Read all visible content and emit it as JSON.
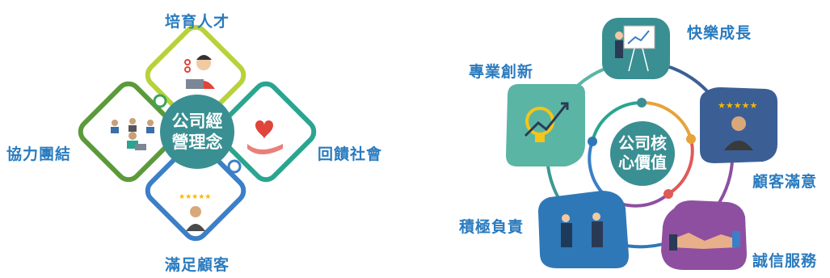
{
  "left": {
    "center_line1": "公司經",
    "center_line2": "營理念",
    "labels": {
      "top": "培育人才",
      "left": "協力團結",
      "right": "回饋社會",
      "bottom": "滿足顧客"
    }
  },
  "right": {
    "center_line1": "公司核",
    "center_line2": "心價值",
    "labels": {
      "growth": "快樂成長",
      "innovation": "專業創新",
      "satisfaction": "顧客滿意",
      "responsibility": "積極負責",
      "integrity": "誠信服務"
    }
  },
  "colors": {
    "label_blue": "#2a7bbf",
    "center_teal": "#3a8f92",
    "lime": "#b7d23a",
    "green": "#3aa55a",
    "darkgreen": "#5b9a3a",
    "teal": "#2aa58f",
    "blue": "#3b7fc8",
    "petal_teal": "#5bb5a5",
    "petal_navy": "#3b5f95",
    "petal_blue": "#2f78b8",
    "petal_purple": "#8e4fa0"
  }
}
